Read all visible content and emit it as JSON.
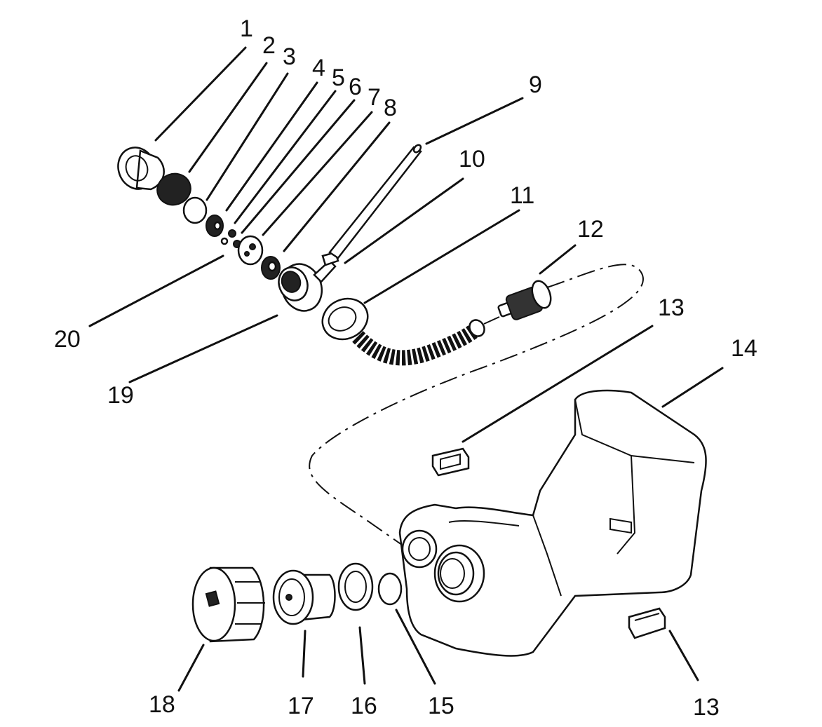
{
  "callouts": {
    "c1": "1",
    "c2": "2",
    "c3": "3",
    "c4": "4",
    "c5": "5",
    "c6": "6",
    "c7": "7",
    "c8": "8",
    "c9": "9",
    "c10": "10",
    "c11": "11",
    "c12": "12",
    "c13a": "13",
    "c13b": "13",
    "c14": "14",
    "c15": "15",
    "c16": "16",
    "c17": "17",
    "c18": "18",
    "c19": "19",
    "c20": "20"
  },
  "colors": {
    "ink": "#111111",
    "paper": "#ffffff"
  }
}
